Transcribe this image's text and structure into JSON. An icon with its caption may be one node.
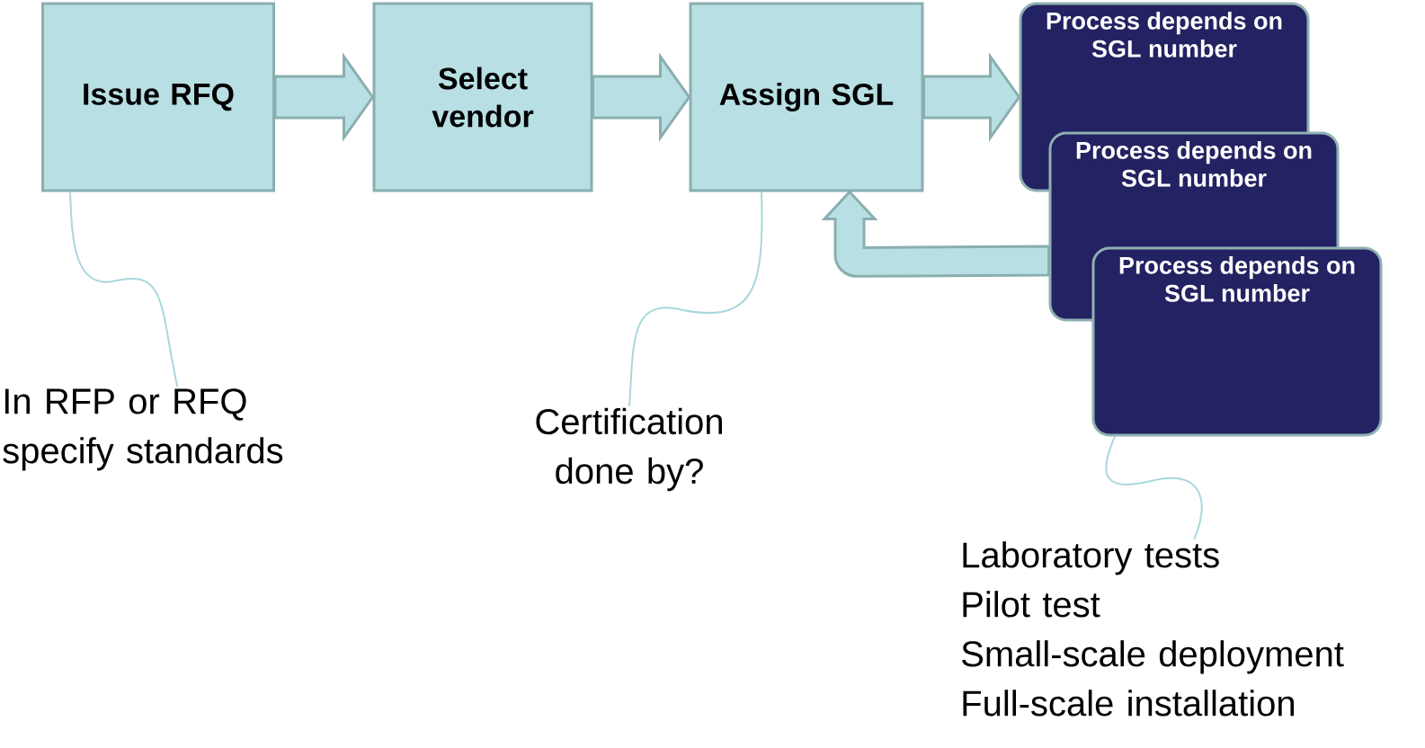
{
  "diagram": {
    "nodes": [
      {
        "text": [
          "Issue RFQ"
        ]
      },
      {
        "text": [
          "Select vendor"
        ]
      },
      {
        "text": [
          "Assign SGL"
        ]
      },
      {
        "text": [
          "Process depends on SGL number"
        ]
      },
      {
        "text": [
          "Process depends on SGL number"
        ]
      },
      {
        "text": [
          "Process depends on SGL number"
        ]
      },
      {
        "text": [
          "In RFP or RFQ specify standards"
        ]
      },
      {
        "text": [
          "Certification done by?"
        ]
      },
      {
        "text": [
          "Laboratory tests",
          "Pilot test",
          "Small-scale deployment",
          "Full-scale installation"
        ]
      }
    ],
    "edges": [
      {
        "from": 0,
        "to": 1,
        "arrow": "to"
      },
      {
        "from": 1,
        "to": 2,
        "arrow": "to"
      },
      {
        "from": 2,
        "to": 3,
        "arrow": "to"
      },
      {
        "from": 4,
        "to": 2,
        "arrow": "to"
      },
      {
        "from": 6,
        "to": 0,
        "arrow": "none"
      },
      {
        "from": 7,
        "to": 2,
        "arrow": "none"
      },
      {
        "from": 8,
        "to": 5,
        "arrow": "none"
      }
    ]
  }
}
